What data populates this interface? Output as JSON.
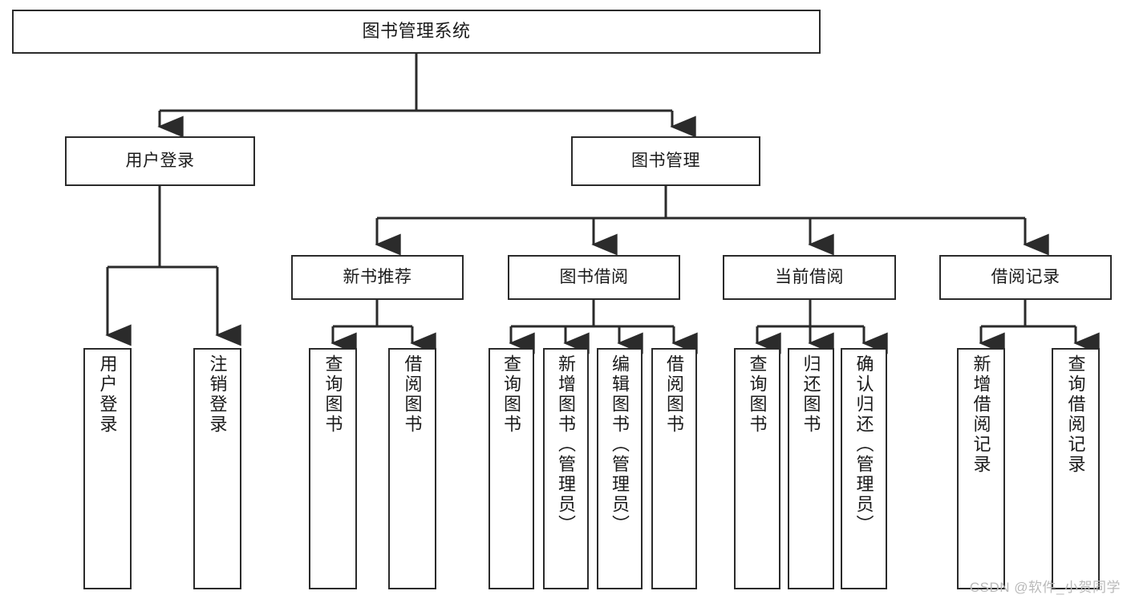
{
  "diagram": {
    "title": "图书管理系统",
    "type": "tree",
    "orientation": "top-down",
    "line_color": "#2b2b2b",
    "box_fill": "#ffffff",
    "text_color": "#1a1a1a",
    "watermark": "CSDN @软件_小贺同学"
  },
  "nodes": {
    "root": {
      "label": "图书管理系统"
    },
    "level2": [
      {
        "id": "user-login",
        "label": "用户登录"
      },
      {
        "id": "book-manage",
        "label": "图书管理"
      }
    ],
    "level3": [
      {
        "id": "new-book-recommend",
        "label": "新书推荐"
      },
      {
        "id": "book-borrow",
        "label": "图书借阅"
      },
      {
        "id": "current-borrow",
        "label": "当前借阅"
      },
      {
        "id": "borrow-record",
        "label": "借阅记录"
      }
    ],
    "leaves": {
      "user-login": [
        {
          "id": "user-login-action",
          "label": "用户登录"
        },
        {
          "id": "user-logout-action",
          "label": "注销登录"
        }
      ],
      "new-book-recommend": [
        {
          "id": "query-book-1",
          "label": "查询图书"
        },
        {
          "id": "borrow-book-1",
          "label": "借阅图书"
        }
      ],
      "book-borrow": [
        {
          "id": "query-book-2",
          "label": "查询图书"
        },
        {
          "id": "add-book",
          "label": "新增图书（管理员）"
        },
        {
          "id": "edit-book",
          "label": "编辑图书（管理员）"
        },
        {
          "id": "borrow-book-2",
          "label": "借阅图书"
        }
      ],
      "current-borrow": [
        {
          "id": "query-book-3",
          "label": "查询图书"
        },
        {
          "id": "return-book",
          "label": "归还图书"
        },
        {
          "id": "confirm-return",
          "label": "确认归还（管理员）"
        }
      ],
      "borrow-record": [
        {
          "id": "add-borrow-record",
          "label": "新增借阅记录"
        },
        {
          "id": "query-borrow-record",
          "label": "查询借阅记录"
        }
      ]
    }
  }
}
